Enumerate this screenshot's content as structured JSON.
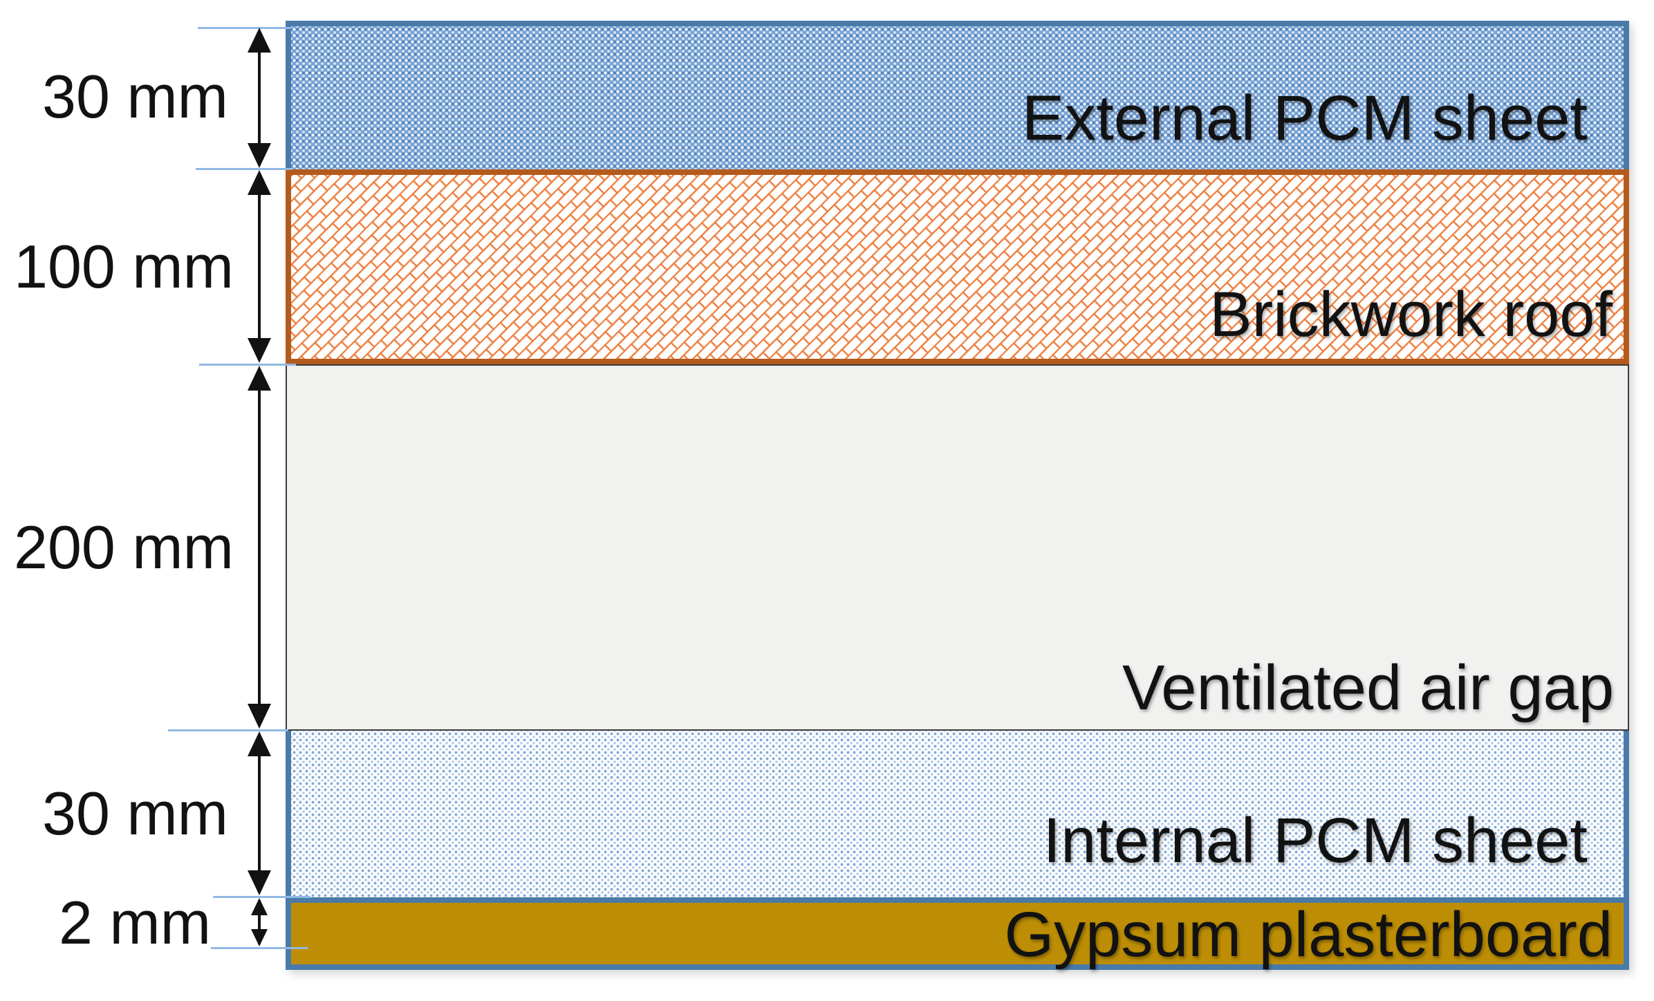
{
  "diagram": {
    "kind": "roof-construction-cross-section",
    "layers": [
      {
        "name": "External PCM sheet",
        "thickness": "30 mm",
        "fill_style": "blue-dotted-hatch",
        "fill": "#79A4D6",
        "border": "#4A7AA8"
      },
      {
        "name": "Brickwork roof",
        "thickness": "100 mm",
        "fill_style": "orange-diagonal-brick",
        "fill": "#FFFFFF",
        "hatch": "#ED8040",
        "border": "#B35A1D"
      },
      {
        "name": "Ventilated air gap",
        "thickness": "200 mm",
        "fill_style": "solid",
        "fill": "#F1F1F0",
        "border": "#3B3B3B"
      },
      {
        "name": "Internal PCM sheet",
        "thickness": "30 mm",
        "fill_style": "light-blue-dotted-hatch",
        "fill": "#FFFFFF",
        "hatch": "#6C99CE",
        "border": "#4A7AA8"
      },
      {
        "name": "Gypsum plasterboard",
        "thickness": "2 mm",
        "fill_style": "solid",
        "fill": "#BD8E05",
        "border": "#4A7AA8"
      }
    ]
  },
  "colors": {
    "steel-blue": "#4A7AA8",
    "ext-pcm-base": "#79A4D6",
    "brick-border": "#B35A1D",
    "brick-hatch": "#ED8040",
    "air-fill": "#F1F1F0",
    "air-border": "#3B3B3B",
    "gypsum-fill": "#BD8E05",
    "extension-line": "#91B9E4",
    "text": "#121212"
  }
}
